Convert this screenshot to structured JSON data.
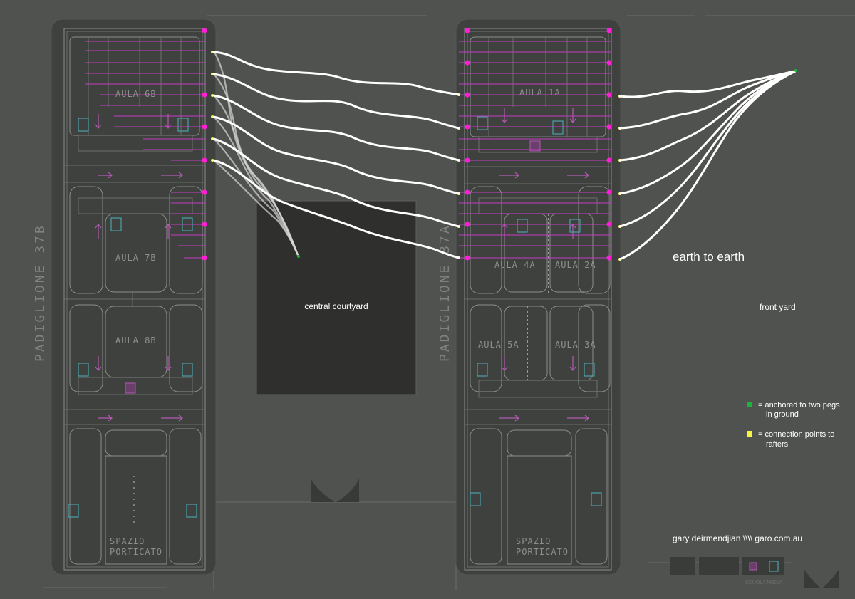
{
  "title": "earth to earth",
  "labels": {
    "pavilion_b": "PADIGLIONE  37B",
    "pavilion_a": "PADIGLIONE  37A",
    "central": "central courtyard",
    "front": "front yard",
    "credit": "gary deirmendjian  \\\\\\\\  garo.com.au",
    "stamp": "SCUOLA MEDIA"
  },
  "rooms_b": [
    "AULA 6B",
    "AULA 7B",
    "AULA 8B",
    "SPAZIO",
    "PORTICATO"
  ],
  "rooms_a": [
    "AULA 1A",
    "AULA 4A",
    "AULA 2A",
    "AULA 5A",
    "AULA 3A",
    "SPAZIO",
    "PORTICATO"
  ],
  "legend": {
    "green_line1": "= anchored to two pegs",
    "green_line2": "in ground",
    "yellow_line1": "= connection points to",
    "yellow_line2": "rafters"
  },
  "colors": {
    "background": "#50524f",
    "pavilion": "#3f413f",
    "courtyard": "#2f302e",
    "rafter": "#d23ad2",
    "node": "#ff1fd6",
    "anchor": "#1db33b",
    "connection": "#f5f542",
    "thread": "#ffffff"
  }
}
